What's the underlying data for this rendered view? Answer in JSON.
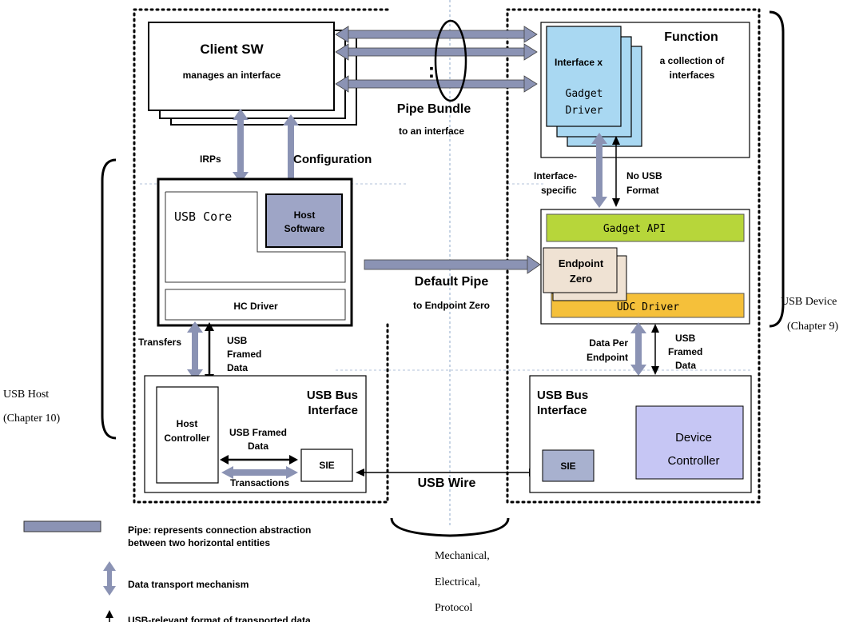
{
  "host": {
    "client_sw_title": "Client SW",
    "client_sw_subtitle": "manages an interface",
    "irps": "IRPs",
    "configuration": "Configuration",
    "usb_core": "USB Core",
    "host_software_1": "Host",
    "host_software_2": "Software",
    "hc_driver": "HC Driver",
    "transfers": "Transfers",
    "usb_framed_1": "USB",
    "usb_framed_2": "Framed",
    "usb_framed_3": "Data",
    "bus_interface_1": "USB Bus",
    "bus_interface_2": "Interface",
    "host_controller_1": "Host",
    "host_controller_2": "Controller",
    "usb_framed_data_1": "USB Framed",
    "usb_framed_data_2": "Data",
    "sie": "SIE",
    "transactions": "Transactions",
    "brace_label_1": "USB Host",
    "brace_label_2": "(Chapter 10)"
  },
  "middle": {
    "dots": ":",
    "pipe_bundle": "Pipe Bundle",
    "pipe_bundle_sub": "to an interface",
    "default_pipe": "Default Pipe",
    "default_pipe_sub": "to Endpoint Zero",
    "usb_wire": "USB Wire",
    "mech_1": "Mechanical,",
    "mech_2": "Electrical,",
    "mech_3": "Protocol"
  },
  "device": {
    "function_title": "Function",
    "function_sub_1": "a collection of",
    "function_sub_2": "interfaces",
    "interface_x": "Interface x",
    "gadget_driver_1": "Gadget",
    "gadget_driver_2": "Driver",
    "interface_specific_1": "Interface-",
    "interface_specific_2": "specific",
    "no_usb_1": "No USB",
    "no_usb_2": "Format",
    "gadget_api": "Gadget API",
    "endpoint_zero_1": "Endpoint",
    "endpoint_zero_2": "Zero",
    "udc_driver": "UDC Driver",
    "data_per_1": "Data Per",
    "data_per_2": "Endpoint",
    "usb_framed_1": "USB",
    "usb_framed_2": "Framed",
    "usb_framed_3": "Data",
    "bus_interface_1": "USB Bus",
    "bus_interface_2": "Interface",
    "sie": "SIE",
    "device_controller_1": "Device",
    "device_controller_2": "Controller",
    "brace_label_1": "USB Device",
    "brace_label_2": "(Chapter 9)"
  },
  "legend": {
    "pipe_1": "Pipe:  represents connection abstraction",
    "pipe_2": "between two horizontal entities",
    "transport": "Data transport mechanism",
    "relevant": "USB-relevant format of transported data"
  },
  "colors": {
    "pipe": "#8b93b4",
    "gadget_driver": "#a9d8f2",
    "gadget_api": "#b7d63a",
    "endpoint_zero": "#efe2d3",
    "udc_driver": "#f5c03a",
    "host_software": "#9ea5c6",
    "device_controller": "#c6c6f4",
    "sie_device": "#a8b1cf"
  }
}
